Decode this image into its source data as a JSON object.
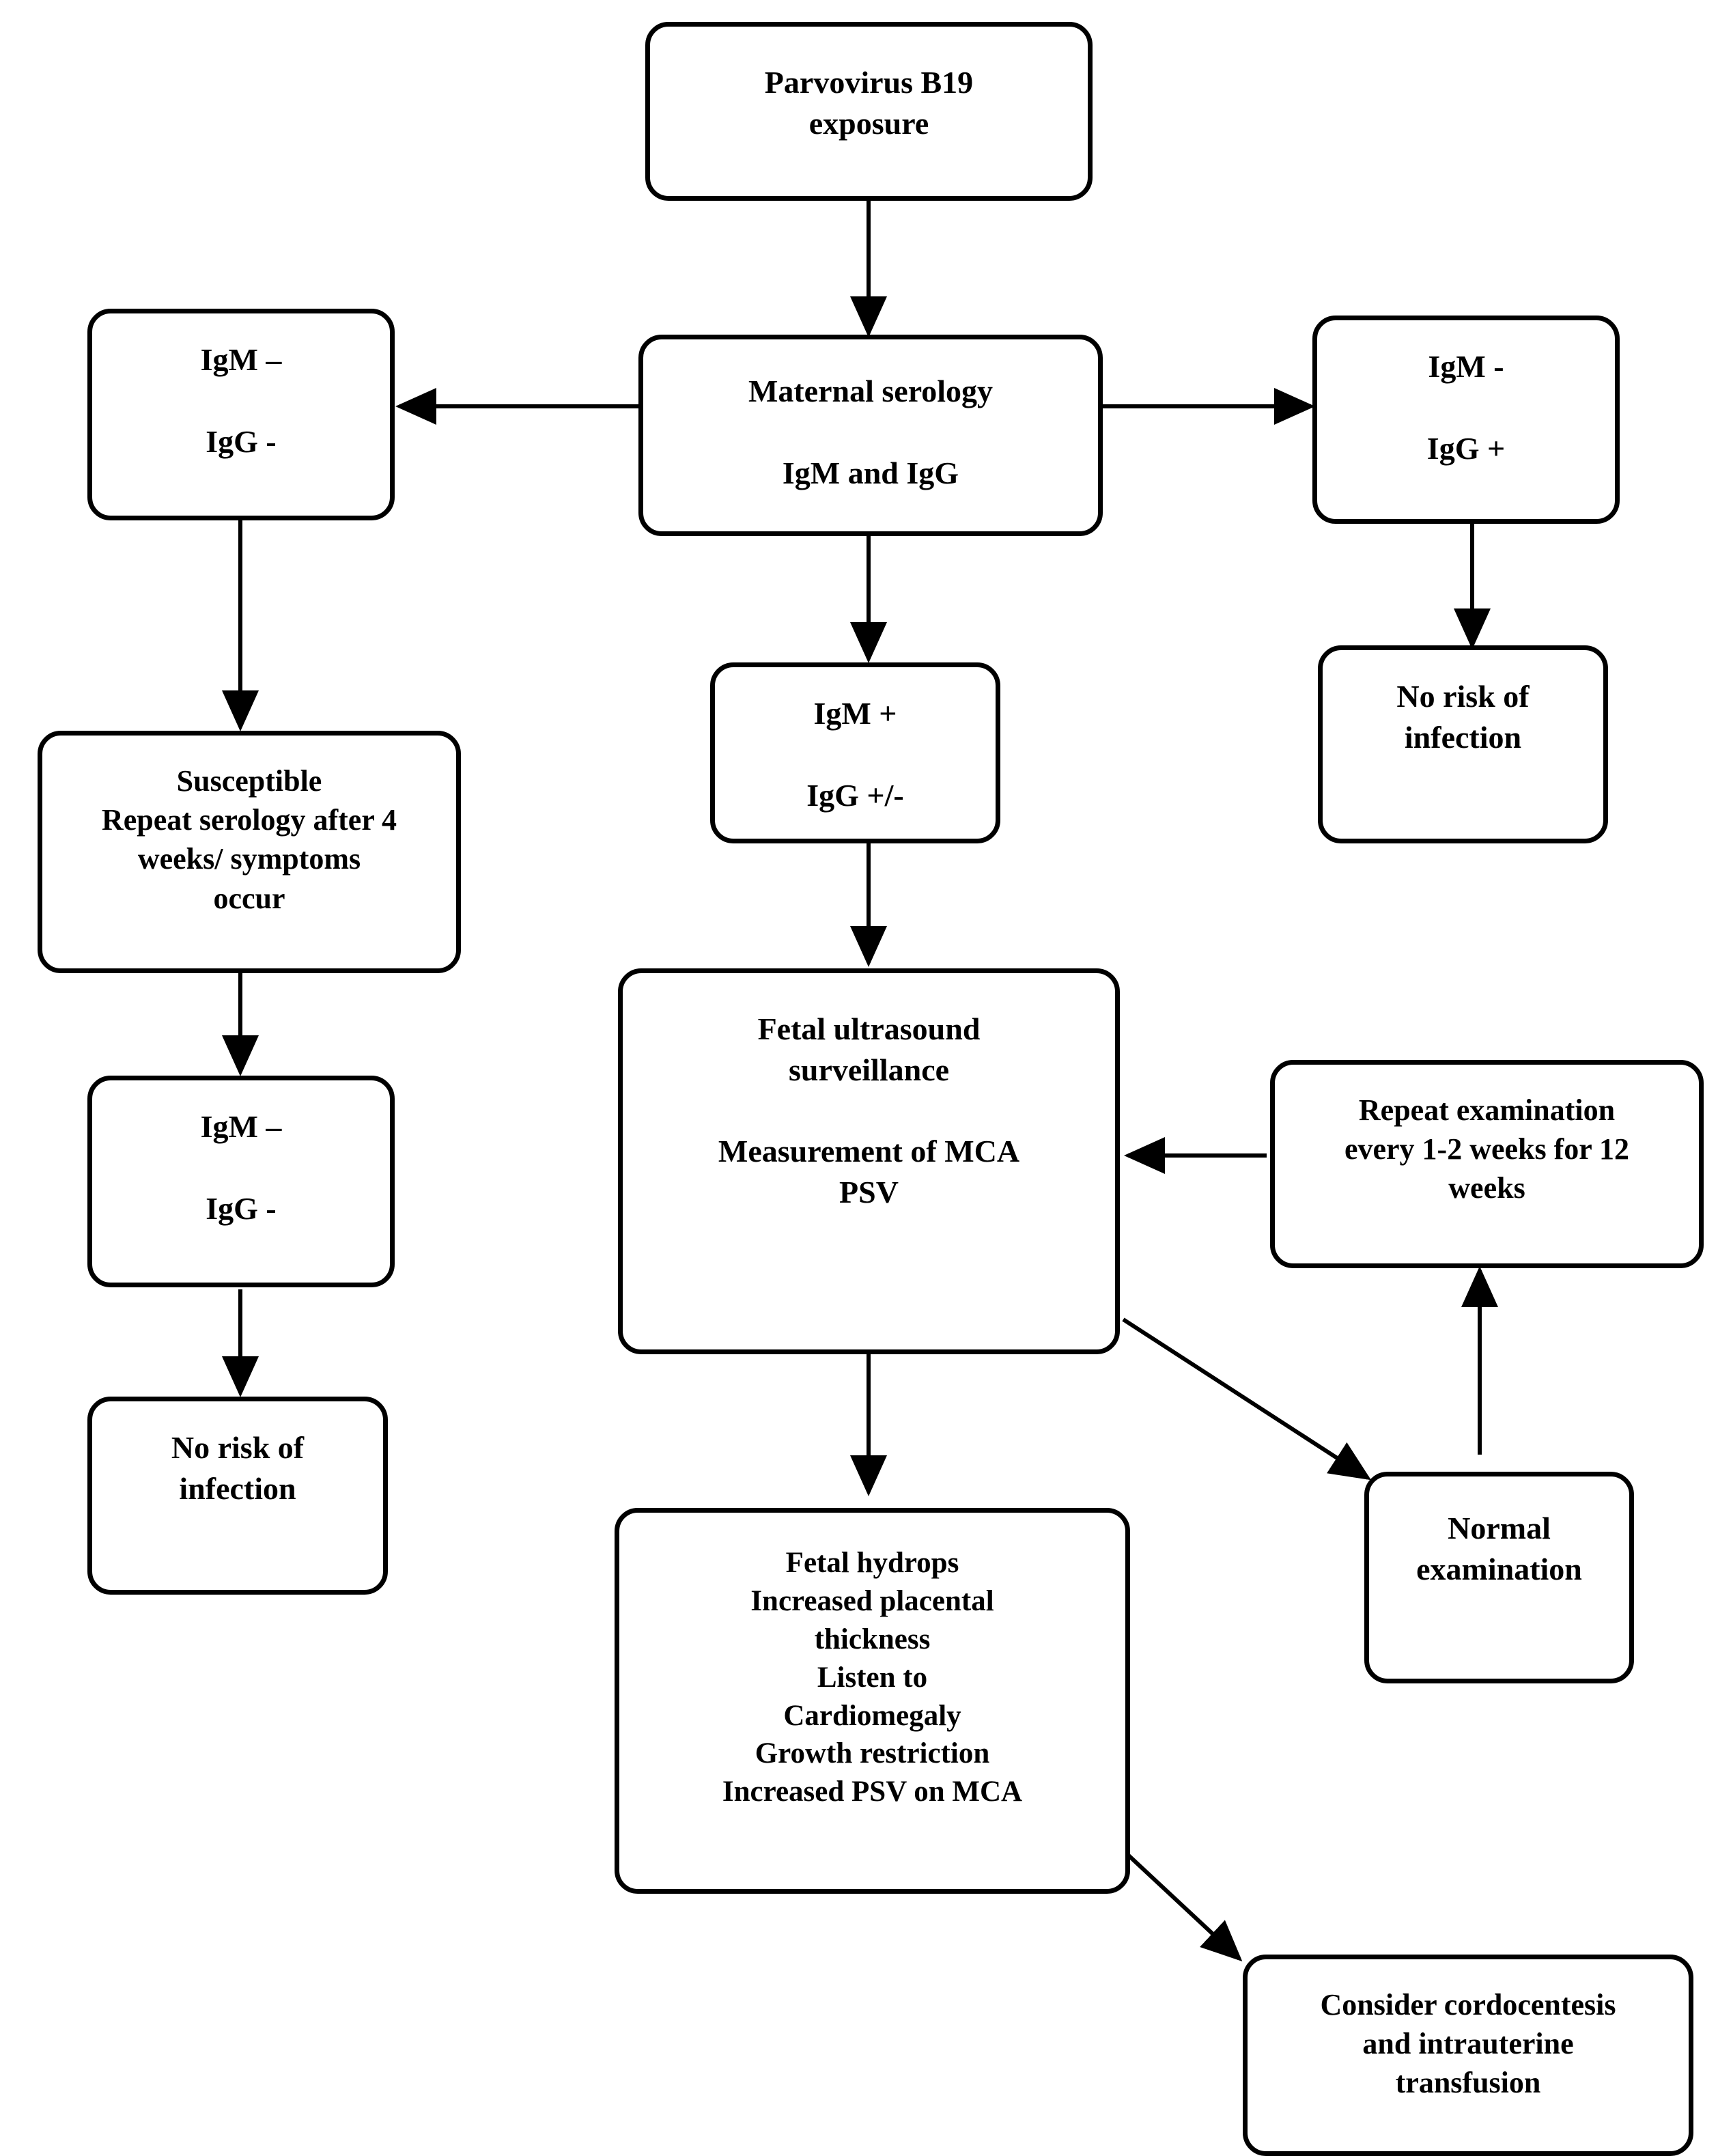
{
  "diagram": {
    "title": "Parvovirus B19 exposure management algorithm",
    "line_color": "#000000",
    "box_border_color": "#000000",
    "background_color": "#ffffff"
  },
  "nodes": {
    "exposure": "Parvovirus B19\nexposure",
    "maternal_serology": "Maternal serology\n\nIgM and IgG",
    "igm_neg_igg_neg_left": "IgM –\n\nIgG -",
    "igm_neg_igg_pos_right": "IgM -\n\nIgG +",
    "no_risk_right": "No risk of\ninfection",
    "susceptible": "Susceptible\nRepeat serology after 4\nweeks/ symptoms\noccur",
    "igm_neg_igg_neg_repeat": "IgM –\n\nIgG -",
    "no_risk_left": "No risk of\ninfection",
    "igm_pos": "IgM +\n\nIgG +/-",
    "fetal_ultrasound": "Fetal ultrasound\nsurveillance\n\nMeasurement of MCA\nPSV",
    "repeat_examination": "Repeat examination\nevery 1-2 weeks for 12\nweeks",
    "normal_examination": "Normal\nexamination",
    "fetal_hydrops": "Fetal hydrops\nIncreased placental\nthickness\nListen to\nCardiomegaly\nGrowth restriction\nIncreased PSV on MCA",
    "cordocentesis": "Consider cordocentesis\nand intrauterine\ntransfusion"
  },
  "edges": [
    {
      "from": "exposure",
      "to": "maternal_serology",
      "direction": "down"
    },
    {
      "from": "maternal_serology",
      "to": "igm_neg_igg_neg_left",
      "direction": "left"
    },
    {
      "from": "maternal_serology",
      "to": "igm_neg_igg_pos_right",
      "direction": "right"
    },
    {
      "from": "maternal_serology",
      "to": "igm_pos",
      "direction": "down"
    },
    {
      "from": "igm_neg_igg_pos_right",
      "to": "no_risk_right",
      "direction": "down"
    },
    {
      "from": "igm_neg_igg_neg_left",
      "to": "susceptible",
      "direction": "down"
    },
    {
      "from": "susceptible",
      "to": "igm_neg_igg_neg_repeat",
      "direction": "down"
    },
    {
      "from": "igm_neg_igg_neg_repeat",
      "to": "no_risk_left",
      "direction": "down"
    },
    {
      "from": "igm_pos",
      "to": "fetal_ultrasound",
      "direction": "down"
    },
    {
      "from": "repeat_examination",
      "to": "fetal_ultrasound",
      "direction": "left"
    },
    {
      "from": "fetal_ultrasound",
      "to": "normal_examination",
      "direction": "diagonal-down-right"
    },
    {
      "from": "normal_examination",
      "to": "repeat_examination",
      "direction": "up"
    },
    {
      "from": "fetal_ultrasound",
      "to": "fetal_hydrops",
      "direction": "down"
    },
    {
      "from": "fetal_hydrops",
      "to": "cordocentesis",
      "direction": "diagonal-down-right"
    }
  ]
}
